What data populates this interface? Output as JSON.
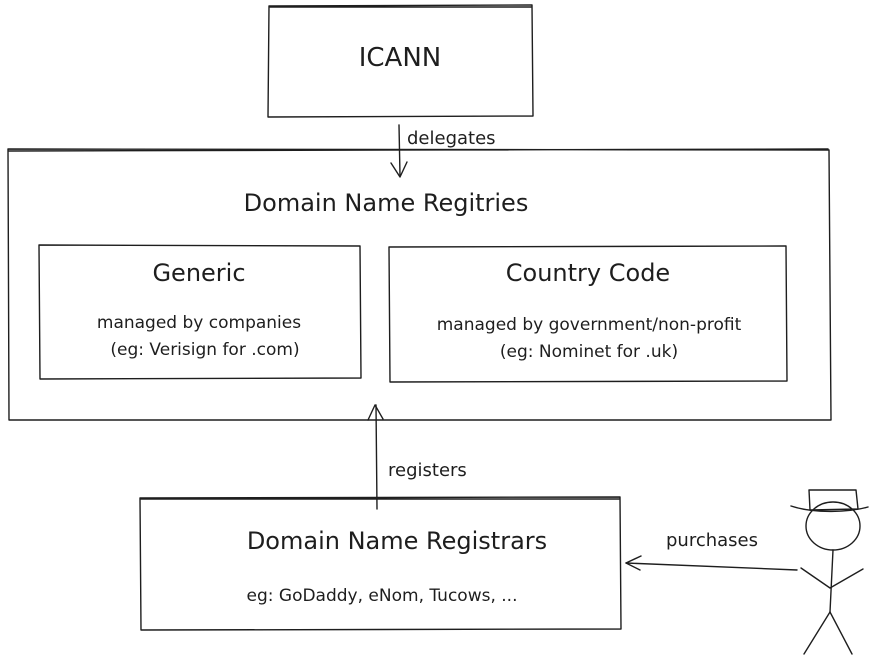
{
  "nodes": {
    "icann": {
      "label": "ICANN"
    },
    "registries": {
      "title": "Domain Name Regitries"
    },
    "generic": {
      "title": "Generic",
      "line1": "managed by companies",
      "line2": "(eg: Verisign for .com)"
    },
    "country_code": {
      "title": "Country Code",
      "line1": "managed by government/non-profit",
      "line2": "(eg: Nominet for .uk)"
    },
    "registrars": {
      "title": "Domain Name Registrars",
      "examples": "eg: GoDaddy, eNom, Tucows, ..."
    }
  },
  "edges": {
    "icann_to_registries": "delegates",
    "registrars_to_registries": "registers",
    "person_to_registrars": "purchases"
  },
  "colors": {
    "ink": "#1e1e1e",
    "background": "#ffffff"
  }
}
